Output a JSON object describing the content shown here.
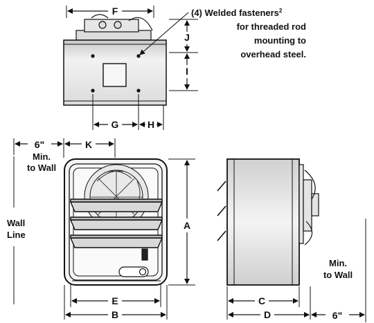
{
  "dimension_labels": {
    "A": "A",
    "B": "B",
    "C": "C",
    "D": "D",
    "E": "E",
    "F": "F",
    "G": "G",
    "H": "H",
    "I": "I",
    "J": "J",
    "K": "K"
  },
  "fastener_note": {
    "line1": "(4) Welded fasteners",
    "superscript": "2",
    "line2": "for threaded rod",
    "line3": "mounting to",
    "line4": "overhead steel."
  },
  "wall_clearance_left": {
    "distance": "6\"",
    "line1": "Min.",
    "line2": "to Wall"
  },
  "wall_line": {
    "line1": "Wall",
    "line2": "Line"
  },
  "wall_clearance_right": {
    "line1": "Min.",
    "line2": "to Wall",
    "distance": "6\""
  },
  "colors": {
    "line": "#111111",
    "body_fill": "#e8e8e8",
    "shade": "#bfbfbf"
  }
}
